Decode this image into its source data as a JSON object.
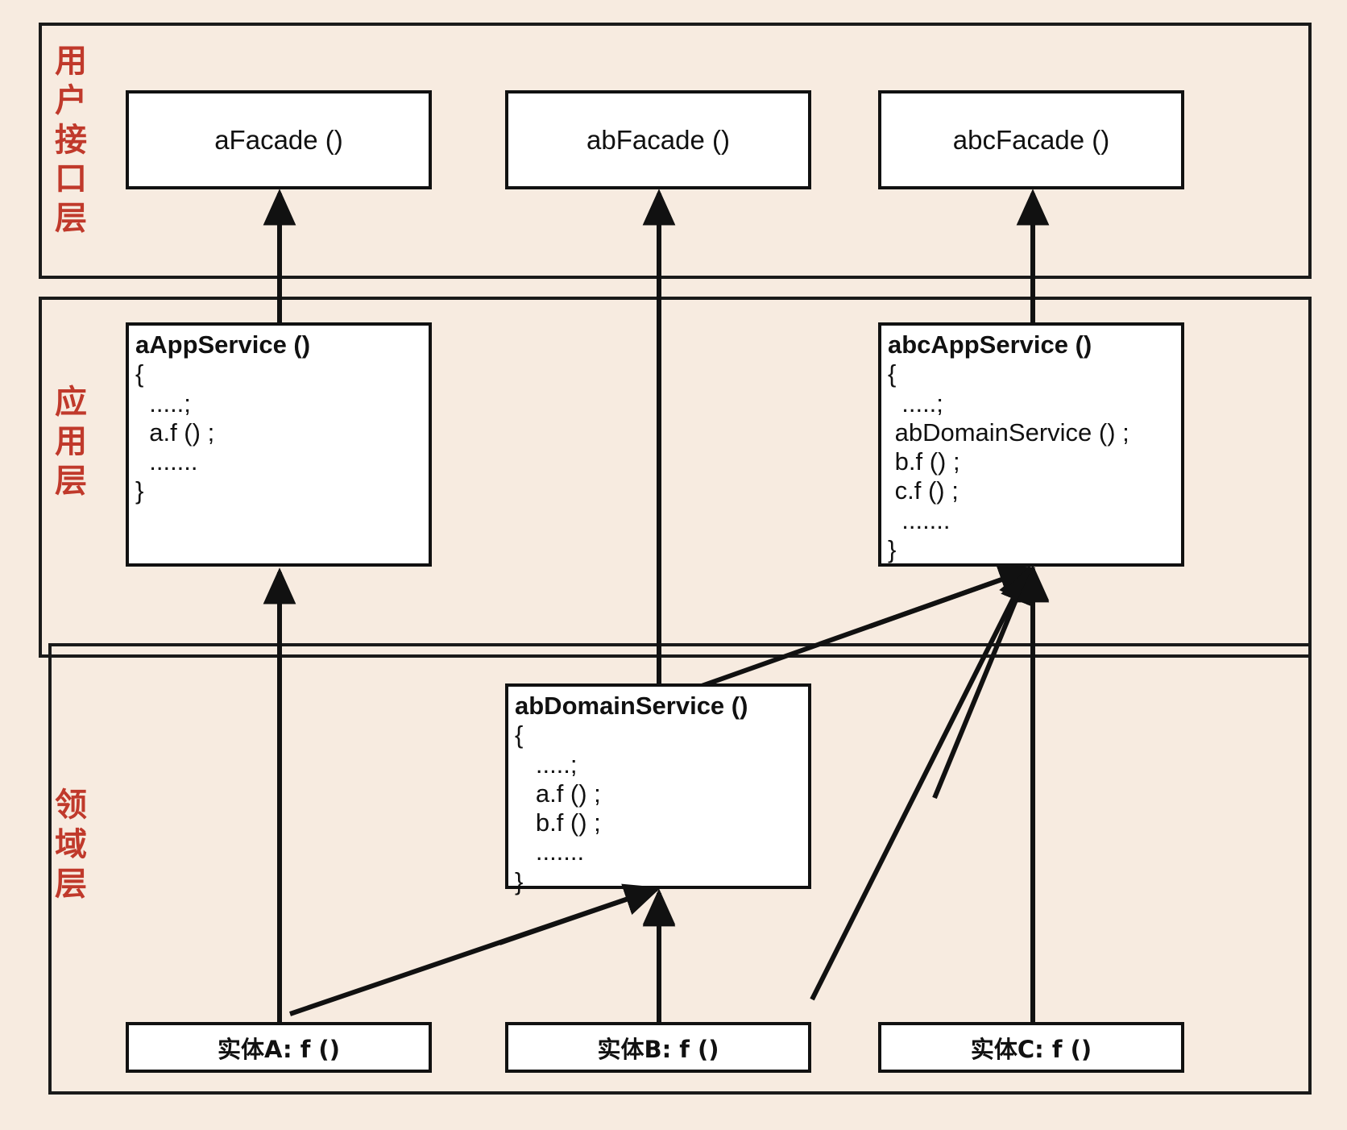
{
  "diagram": {
    "title_present": false,
    "background_color": "#f7ebe0",
    "layer_border_color": "#1a1a1a",
    "label_color": "#c0392b",
    "node_fill": "#ffffff",
    "node_border": "#111111"
  },
  "layers": [
    {
      "id": "ui",
      "label": "用户接口层"
    },
    {
      "id": "application",
      "label": "应用层"
    },
    {
      "id": "domain",
      "label": "领域层"
    }
  ],
  "facades": [
    {
      "id": "a-facade",
      "label": "aFacade ()"
    },
    {
      "id": "ab-facade",
      "label": "abFacade ()"
    },
    {
      "id": "abc-facade",
      "label": "abcFacade ()"
    }
  ],
  "app_services": [
    {
      "id": "a-app-service",
      "title": "aAppService ()",
      "lines": [
        "{",
        "  .....;",
        "  a.f () ;",
        "  .......",
        "}"
      ]
    },
    {
      "id": "abc-app-service",
      "title": "abcAppService ()",
      "lines": [
        "{",
        "  .....;",
        " abDomainService () ;",
        " b.f () ;",
        " c.f () ;",
        "  .......",
        "}"
      ]
    }
  ],
  "domain_services": [
    {
      "id": "ab-domain-service",
      "title": "abDomainService ()",
      "lines": [
        "{",
        "   .....;",
        "   a.f () ;",
        "   b.f () ;",
        "   .......",
        "}"
      ]
    }
  ],
  "entities": [
    {
      "id": "entity-a",
      "label": "实体A: f ()"
    },
    {
      "id": "entity-b",
      "label": "实体B: f ()"
    },
    {
      "id": "entity-c",
      "label": "实体C: f ()"
    }
  ],
  "arrows": [
    {
      "id": "arrow-a-appservice-to-a-facade",
      "from": "aAppService ()",
      "to": "aFacade ()"
    },
    {
      "id": "arrow-ab-domainservice-to-ab-facade",
      "from": "abDomainService ()",
      "to": "abFacade ()"
    },
    {
      "id": "arrow-abc-appservice-to-abc-facade",
      "from": "abcAppService ()",
      "to": "abcFacade ()"
    },
    {
      "id": "arrow-entity-a-to-a-appservice",
      "from": "实体A: f ()",
      "to": "aAppService ()"
    },
    {
      "id": "arrow-entity-a-to-ab-domainservice",
      "from": "实体A: f ()",
      "to": "abDomainService ()"
    },
    {
      "id": "arrow-entity-b-to-ab-domainservice",
      "from": "实体B: f ()",
      "to": "abDomainService ()"
    },
    {
      "id": "arrow-ab-domainservice-to-abc-appservice",
      "from": "abDomainService ()",
      "to": "abcAppService ()"
    },
    {
      "id": "arrow-entity-b-to-abc-appservice",
      "from": "实体B: f ()",
      "to": "abcAppService ()"
    },
    {
      "id": "arrow-entity-c-to-abc-appservice",
      "from": "实体C: f ()",
      "to": "abcAppService ()"
    }
  ]
}
